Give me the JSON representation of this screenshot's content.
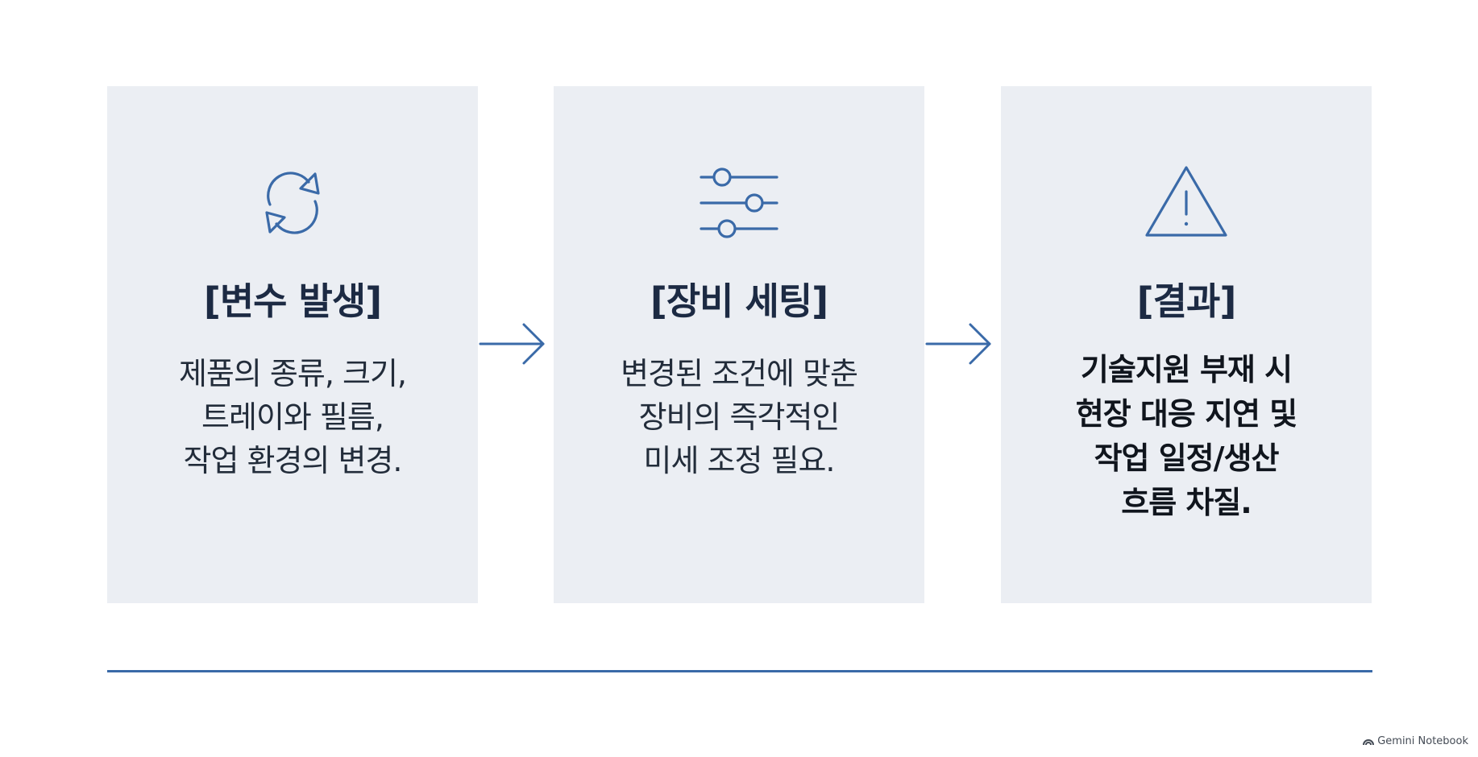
{
  "colors": {
    "card_background": "#ebeef3",
    "accent": "#3a6aa8",
    "title": "#1c2a43",
    "text": "#222c3a"
  },
  "steps": [
    {
      "icon": "refresh-cycle-icon",
      "title": "[변수 발생]",
      "body": [
        "제품의 종류, 크기,",
        "트레이와 필름,",
        "작업 환경의 변경."
      ]
    },
    {
      "icon": "sliders-adjust-icon",
      "title": "[장비 세팅]",
      "body": [
        "변경된 조건에 맞춘",
        "장비의 즉각적인",
        "미세 조정 필요."
      ]
    },
    {
      "icon": "warning-triangle-icon",
      "title": "[결과]",
      "body": [
        "기술지원 부재 시",
        "현장 대응 지연 및",
        "작업 일정/생산",
        "흐름 차질."
      ]
    }
  ],
  "connectors": [
    "arrow-right-icon",
    "arrow-right-icon"
  ],
  "watermark": "Gemini Notebook"
}
